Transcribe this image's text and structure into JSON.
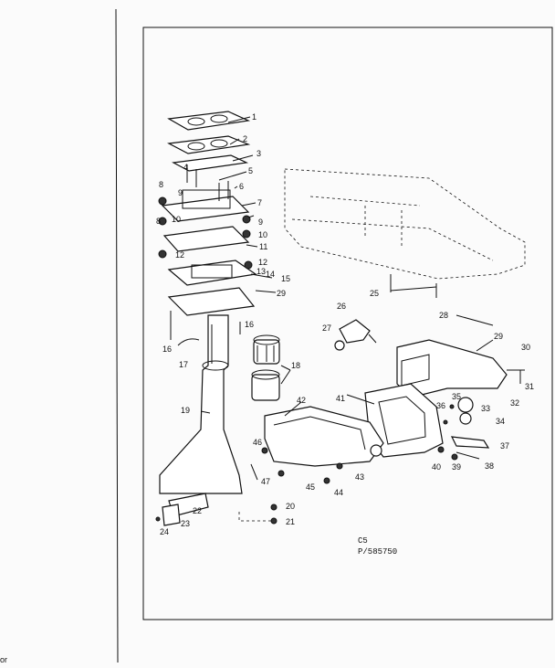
{
  "diagram": {
    "part_labels": [
      "1",
      "2",
      "3",
      "4",
      "5",
      "6",
      "7",
      "8",
      "9",
      "10",
      "11",
      "12",
      "13",
      "14",
      "15",
      "16",
      "17",
      "18",
      "19",
      "20",
      "21",
      "22",
      "23",
      "24",
      "25",
      "26",
      "27",
      "28",
      "29",
      "30",
      "31",
      "32",
      "33",
      "34",
      "35",
      "36",
      "37",
      "38",
      "39",
      "40",
      "41",
      "42",
      "43",
      "44",
      "45",
      "46",
      "47"
    ],
    "callout_dup": [
      "8",
      "9",
      "10",
      "12",
      "16",
      "29"
    ],
    "code_line1": "C5",
    "code_line2": "P/585750",
    "corner_mark": "or"
  }
}
